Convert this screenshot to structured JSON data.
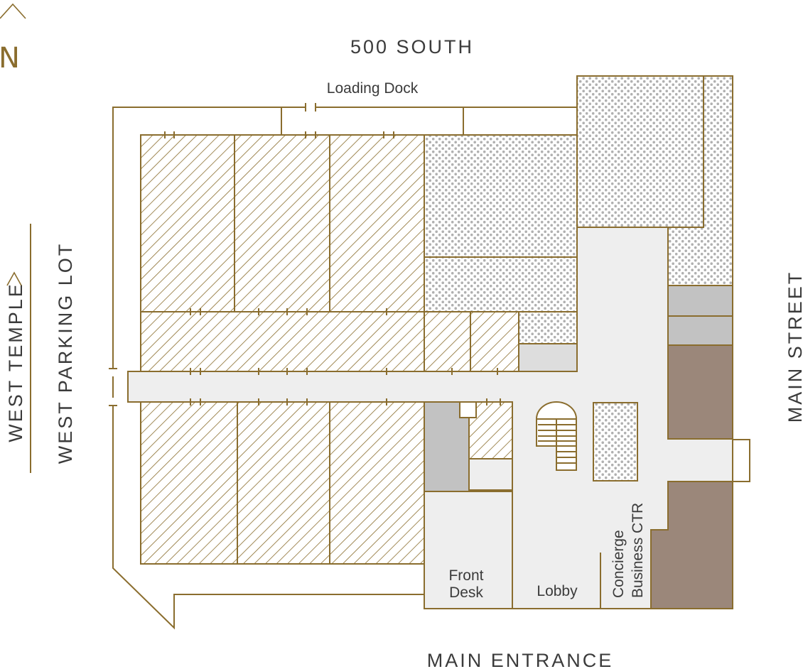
{
  "compass": {
    "letter": "N",
    "icon": "north-arrow-icon"
  },
  "streets": {
    "north": "500 SOUTH",
    "east": "MAIN STREET",
    "west_outer": "WEST TEMPLE",
    "west_inner": "WEST PARKING LOT",
    "south": "MAIN ENTRANCE"
  },
  "labels": {
    "loading_dock": "Loading Dock",
    "front_desk_line1": "Front",
    "front_desk_line2": "Desk",
    "lobby": "Lobby",
    "concierge": "Concierge",
    "business_ctr": "Business CTR"
  },
  "colors": {
    "wall": "#8a6d2e",
    "corridor": "#eeeeee",
    "dots": "#b5b5b5",
    "gray_room": "#c2c2c2",
    "light_gray_room": "#dddddd",
    "brown_room": "#9b877a"
  }
}
